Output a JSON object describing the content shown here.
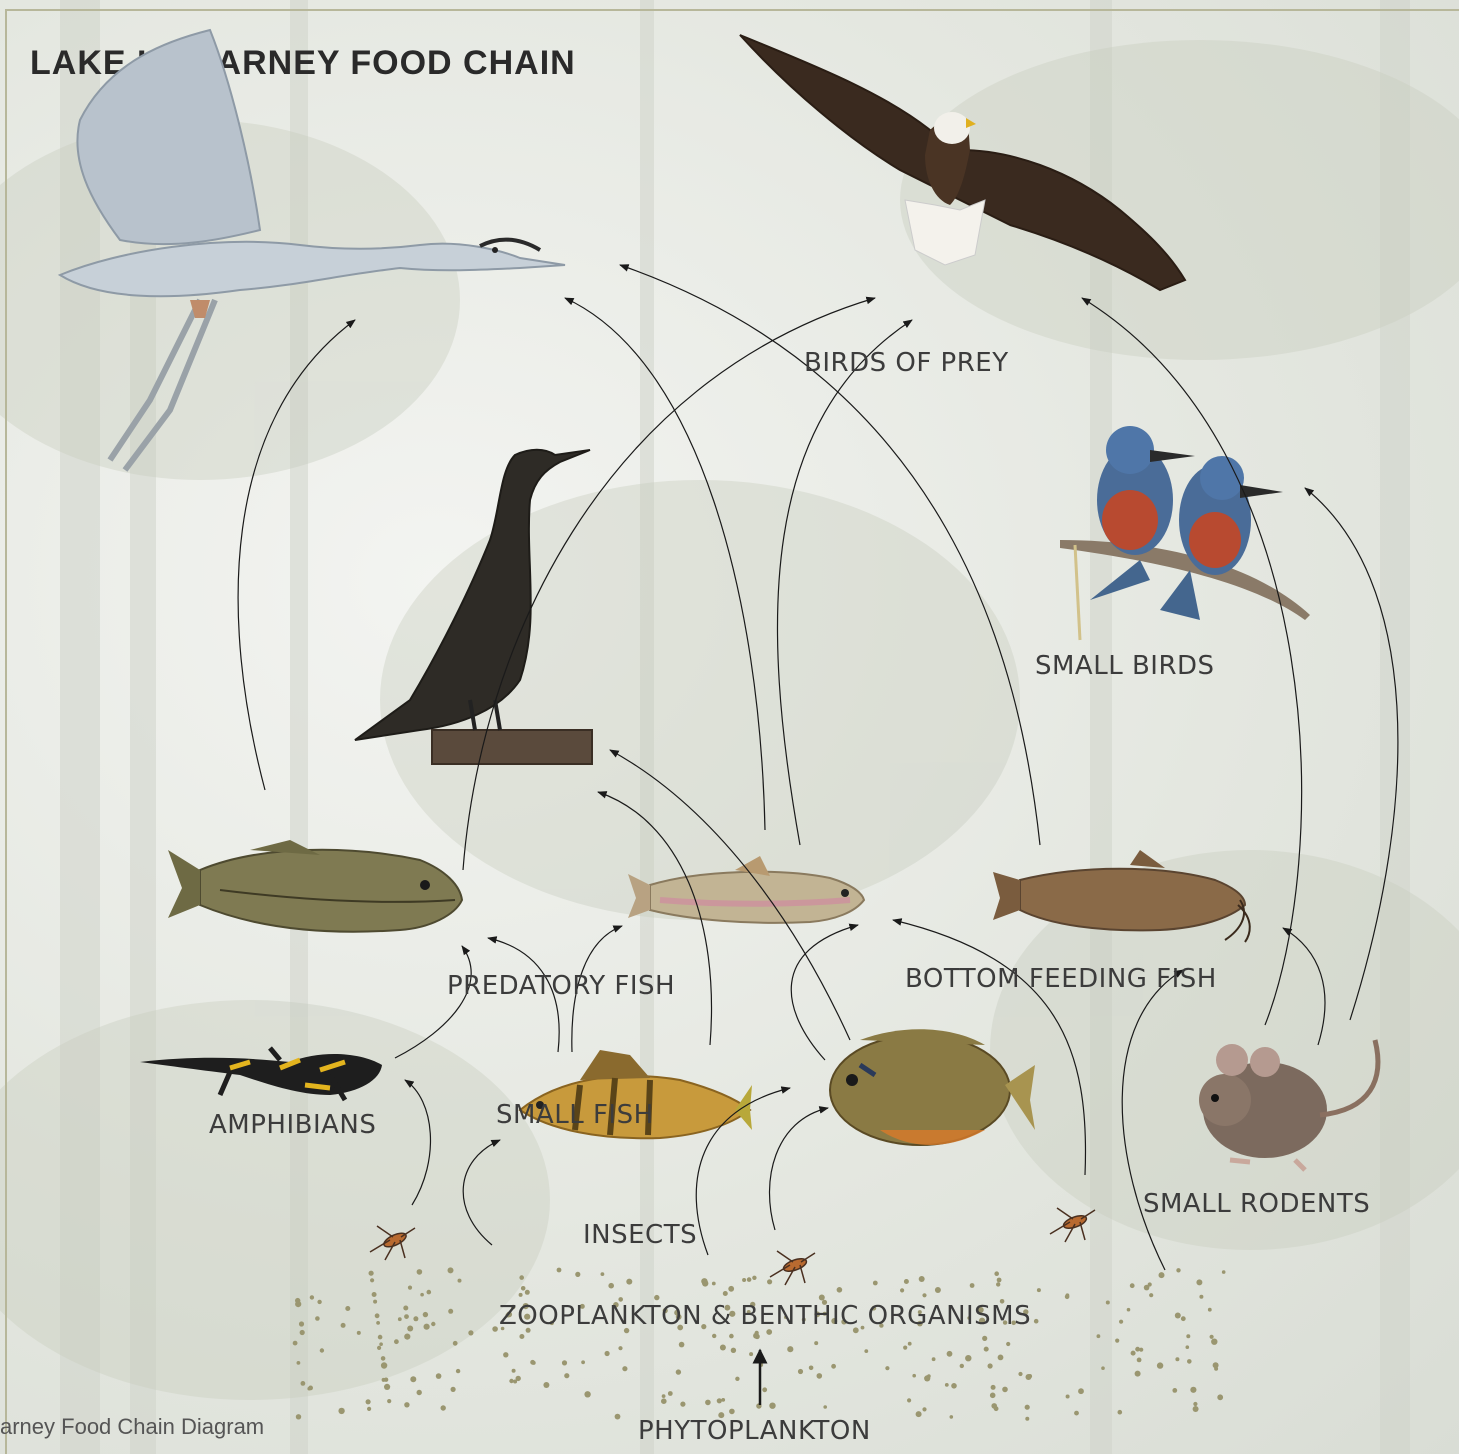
{
  "title": "LAKE KILLARNEY FOOD CHAIN",
  "caption": "arney Food Chain Diagram",
  "labels": {
    "birds_of_prey": "BIRDS OF PREY",
    "small_birds": "SMALL BIRDS",
    "predatory_fish": "PREDATORY FISH",
    "bottom_feeding_fish": "BOTTOM FEEDING FISH",
    "amphibians": "AMPHIBIANS",
    "small_fish": "SMALL FISH",
    "insects": "INSECTS",
    "small_rodents": "SMALL RODENTS",
    "zooplankton": "ZOOPLANKTON & BENTHIC ORGANISMS",
    "phytoplankton": "PHYTOPLANKTON"
  },
  "icons": [
    "heron-icon",
    "eagle-icon",
    "cormorant-icon",
    "kingfisher-icon",
    "bass-icon",
    "trout-icon",
    "catfish-icon",
    "salamander-icon",
    "perch-icon",
    "sunfish-icon",
    "mouse-icon",
    "mosquito-icon",
    "plankton-dots"
  ],
  "colors": {
    "arrow": "#1a1a1a",
    "plankton": "#9a9670",
    "label": "#3c3c3c"
  }
}
